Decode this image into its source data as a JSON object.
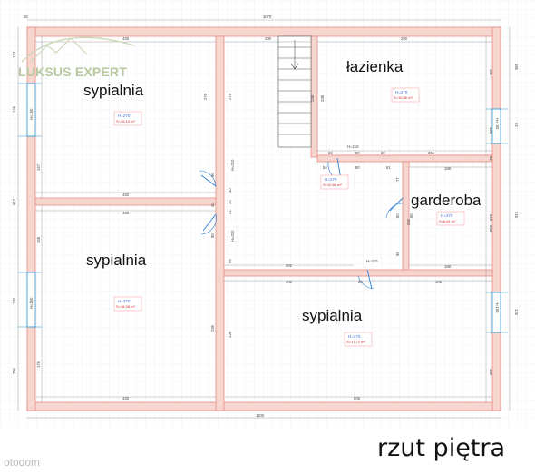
{
  "caption": "rzut piętra",
  "logo_text": "LUKSUS EXPERT",
  "watermark": "otodom",
  "colors": {
    "wall_fill": "#f6d6cf",
    "wall_stroke": "#e88a80",
    "window": "#2a9bd8",
    "grid": "#dfe7f1",
    "height_text": "#3a6fd8",
    "area_text": "#d42a2a"
  },
  "rooms": [
    {
      "name": "sypialnia",
      "height": "H=270",
      "area": "S=16,14 m²"
    },
    {
      "name": "łazienka",
      "height": "H=270",
      "area": "S=10,86 m²"
    },
    {
      "name": "garderoba",
      "height": "H=270",
      "area": "S=6,61 m²"
    },
    {
      "name": "sypialnia",
      "height": "H=270",
      "area": "S=16,08 m²"
    },
    {
      "name": "sypialnia",
      "height": "H=270",
      "area": "S=17,72 m²"
    },
    {
      "name": "",
      "height": "H=270",
      "area": "S=10,81 m²"
    }
  ],
  "dimensions": {
    "top": [
      "25",
      "1070",
      "430",
      "200",
      "200"
    ],
    "bottom": [
      "1100",
      "430",
      "606"
    ],
    "left": [
      "123",
      "126",
      "147",
      "517",
      "120",
      "158",
      "200",
      "175"
    ],
    "right": [
      "186",
      "181",
      "120",
      "62",
      "510",
      "248",
      "120",
      "188"
    ],
    "inner": [
      "279",
      "279",
      "430",
      "430",
      "302",
      "302",
      "235",
      "236",
      "251",
      "52",
      "80",
      "62",
      "54",
      "80",
      "61",
      "188",
      "188",
      "77",
      "30",
      "20",
      "90",
      "40",
      "95",
      "80",
      "90",
      "80",
      "85",
      "55",
      "105",
      "62",
      "238",
      "238",
      "200",
      "253",
      "24"
    ]
  },
  "door_labels": [
    "H=210",
    "H=210",
    "H=210",
    "H=210"
  ],
  "window_labels": [
    "H=150",
    "H=150",
    "H=150",
    "H=150"
  ]
}
